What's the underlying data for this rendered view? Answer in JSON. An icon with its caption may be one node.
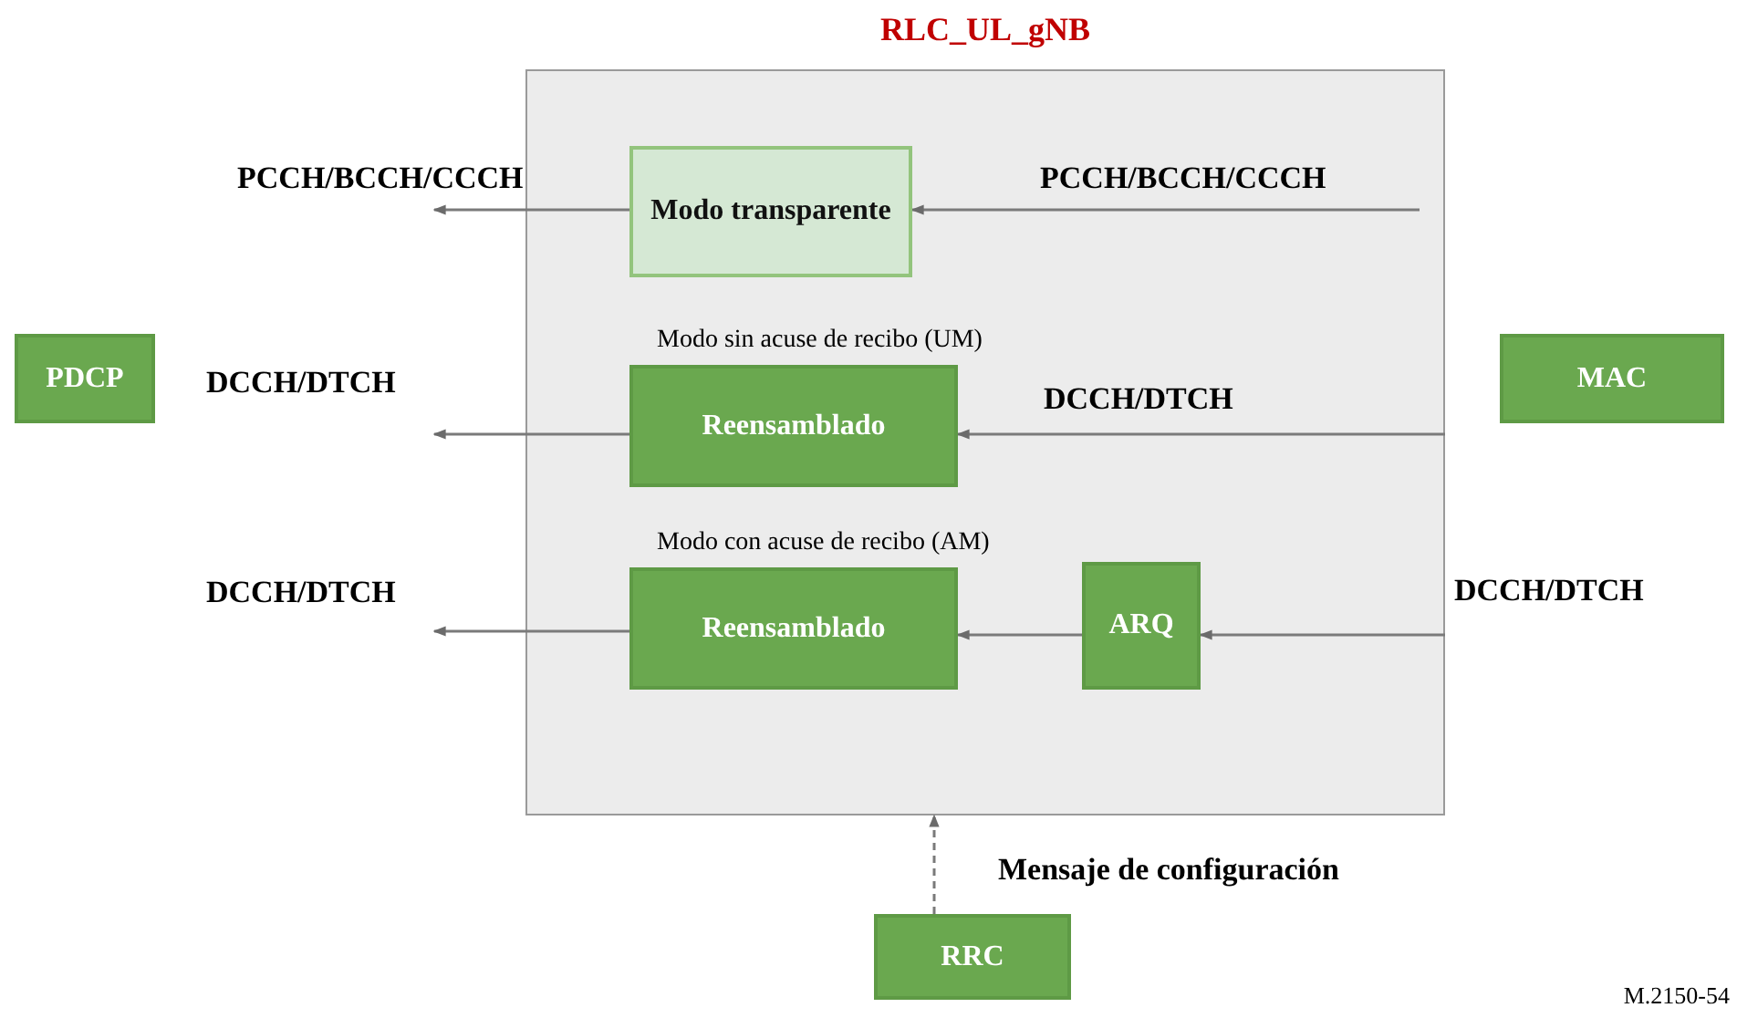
{
  "diagram": {
    "nodes": [
      {
        "text": [
          "RLC_UL_gNB"
        ]
      },
      {
        "text": [
          "Modo transparente"
        ],
        "in": 0
      },
      {
        "text": [
          "Reensamblado"
        ],
        "in": 0,
        "beside": [
          "Modo sin acuse de recibo (UM)"
        ]
      },
      {
        "text": [
          "Reensamblado"
        ],
        "in": 0,
        "beside": [
          "Modo con acuse de recibo (AM)"
        ]
      },
      {
        "text": [
          "ARQ"
        ],
        "in": 0
      },
      {
        "text": [
          "PDCP"
        ]
      },
      {
        "text": [
          "MAC"
        ]
      },
      {
        "text": [
          "RRC"
        ]
      }
    ],
    "edges": [
      {
        "from": 1,
        "to": null,
        "arrow": "to",
        "label": "PCCH/BCCH/CCCH"
      },
      {
        "from": null,
        "to": 1,
        "arrow": "to",
        "label": "PCCH/BCCH/CCCH"
      },
      {
        "from": 2,
        "to": null,
        "arrow": "to",
        "label": "DCCH/DTCH"
      },
      {
        "from": null,
        "to": 2,
        "arrow": "to",
        "label": "DCCH/DTCH"
      },
      {
        "from": 3,
        "to": null,
        "arrow": "to",
        "label": "DCCH/DTCH"
      },
      {
        "from": 4,
        "to": 3,
        "arrow": "to"
      },
      {
        "from": null,
        "to": 4,
        "arrow": "to",
        "label": "DCCH/DTCH"
      },
      {
        "from": 7,
        "to": 0,
        "arrow": "to",
        "style": "dashed",
        "label": "Mensaje de configuración"
      }
    ],
    "labels": [
      "M.2150-54"
    ]
  }
}
